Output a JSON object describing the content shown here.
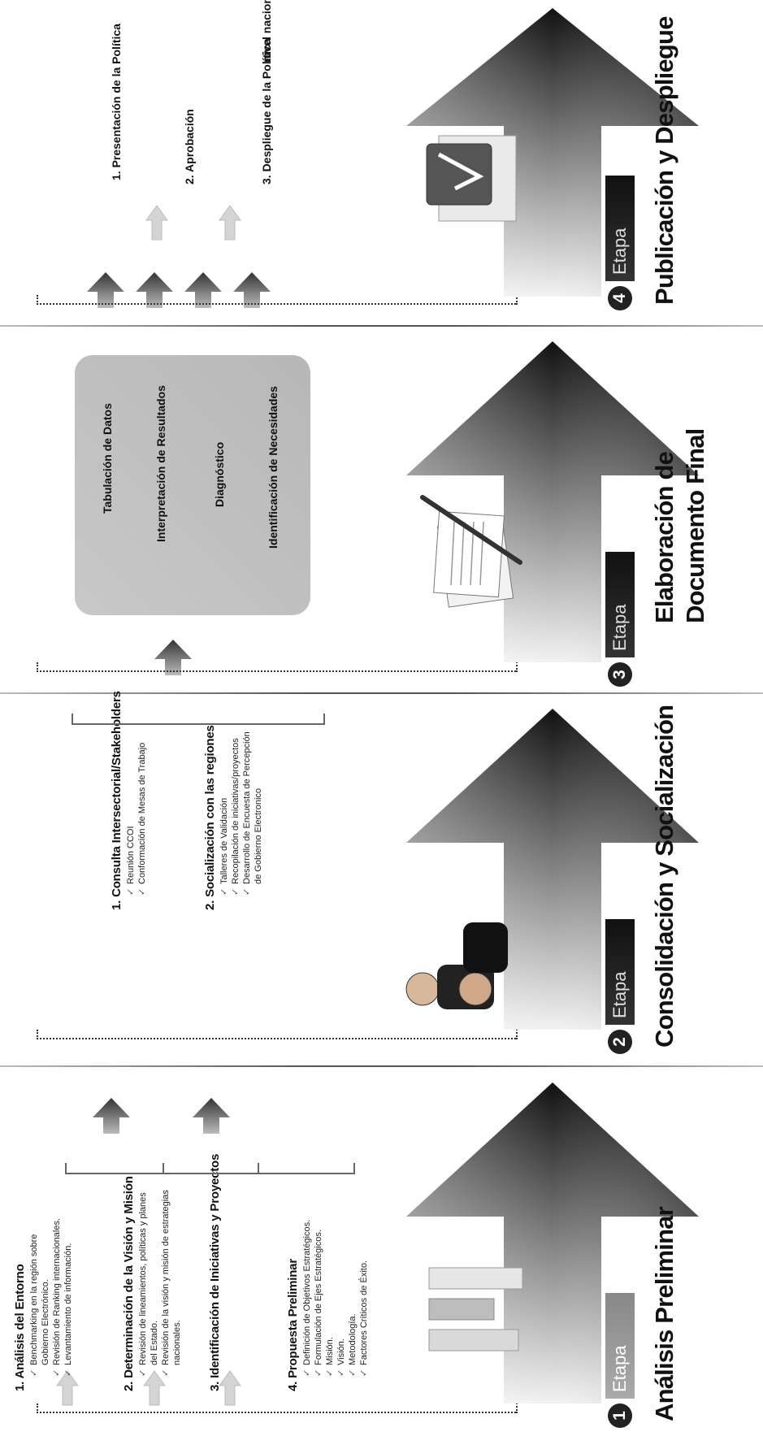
{
  "stage1": {
    "number": "1",
    "etapa": "Etapa",
    "title": "Análisis Preliminar",
    "steps": [
      {
        "title": "1. Análisis del Entorno",
        "bullets": [
          "Benchmarking en la región sobre Gobierno Electrónico.",
          "Revisión de Ranking internacionales.",
          "Levantamiento de información."
        ]
      },
      {
        "title": "2. Determinación de la Visión y Misión",
        "bullets": [
          "Revisión de lineamientos, políticas y planes del Estado.",
          "Revisión de la visión y misión de estrategias nacionales."
        ]
      },
      {
        "title": "3. Identificación de Iniciativas y Proyectos",
        "bullets": []
      },
      {
        "title": "4. Propuesta Preliminar",
        "bullets": [
          "Definición de Objetivos Estratégicos.",
          "Formulación de Ejes Estratégicos.",
          "Misión.",
          "Visión.",
          "Metodología.",
          "Factores Críticos de Éxito."
        ]
      }
    ]
  },
  "stage2": {
    "number": "2",
    "etapa": "Etapa",
    "title": "Consolidación y Socialización",
    "steps": [
      {
        "title": "1. Consulta Intersectorial/Stakeholders",
        "bullets": [
          "Reunión CCOI",
          "Conformación de Mesas de Trabajo"
        ]
      },
      {
        "title": "2. Socialización con las regiones",
        "bullets": [
          "Talleres de Validación",
          "Recopilación de iniciativas/proyectos",
          "Desarrollo de Encuesta de Percepción de Gobierno Electronico"
        ]
      }
    ]
  },
  "stage3": {
    "number": "3",
    "etapa": "Etapa",
    "title_line1": "Elaboración de",
    "title_line2": "Documento Final",
    "box_items": [
      "Tabulación de Datos",
      "Interpretación de Resultados",
      "Diagnóstico",
      "Identificación de Necesidades"
    ]
  },
  "stage4": {
    "number": "4",
    "etapa": "Etapa",
    "title": "Publicación y Despliegue",
    "steps": [
      "1. Presentación de la Política",
      "2. Aprobación",
      "3. Despliegue de la Política",
      "nivel nacional"
    ]
  },
  "colors": {
    "dark": "#222222",
    "etapa_dark": "#1a1a1a",
    "etapa_light": "#9a9a9a",
    "box_gray": "#bfbfbf"
  },
  "icons": [
    "bar-chart-icon",
    "businessmen-icon",
    "documents-pen-icon",
    "approval-check-icon"
  ]
}
